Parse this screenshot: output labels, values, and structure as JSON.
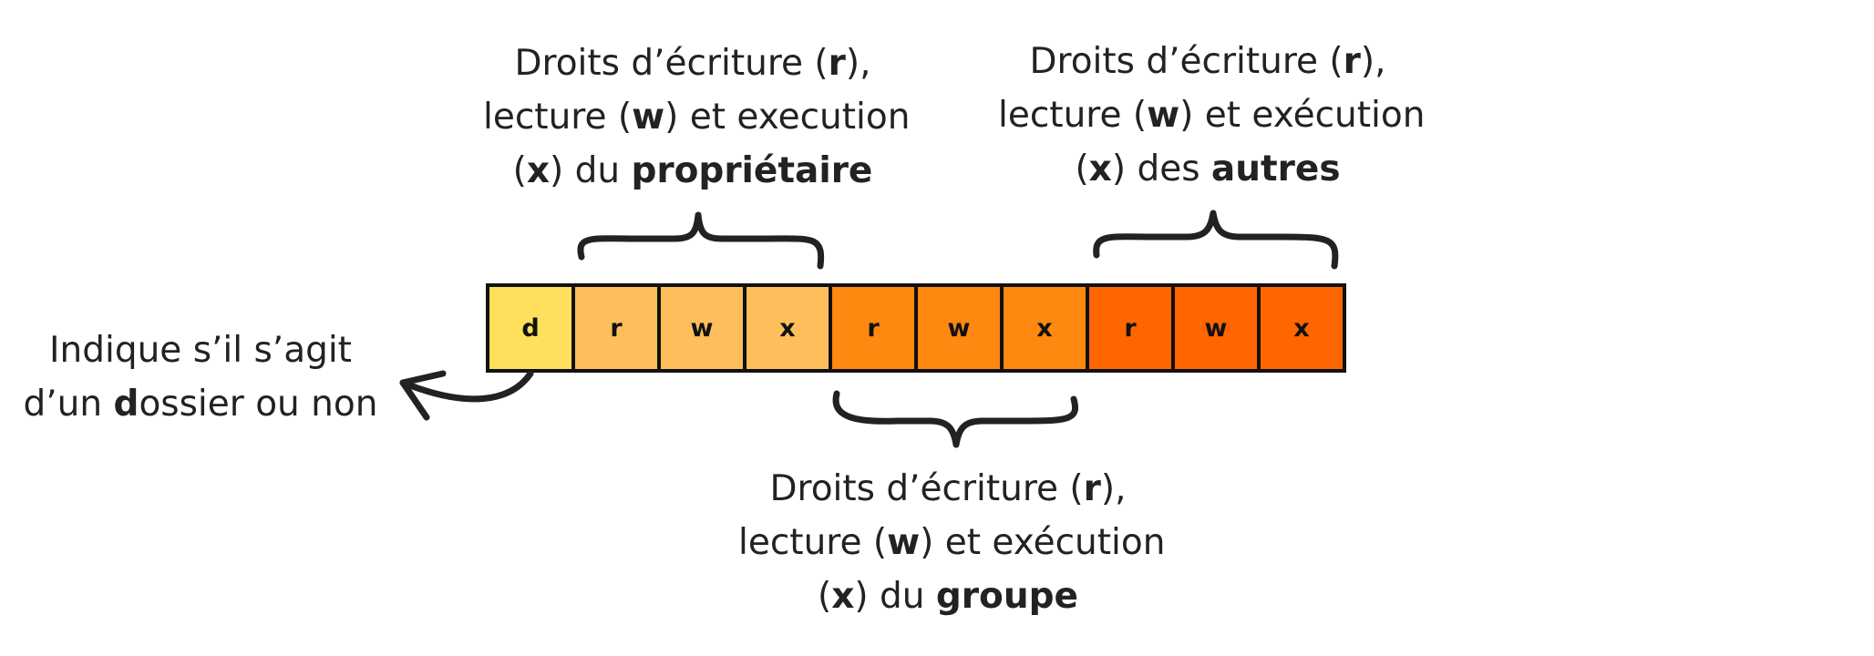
{
  "permission_bar": {
    "cells": [
      {
        "char": "d",
        "color": "#FFE05C"
      },
      {
        "char": "r",
        "color": "#FFBE5C"
      },
      {
        "char": "w",
        "color": "#FFBE5C"
      },
      {
        "char": "x",
        "color": "#FFBE5C"
      },
      {
        "char": "r",
        "color": "#FF8810"
      },
      {
        "char": "w",
        "color": "#FF8810"
      },
      {
        "char": "x",
        "color": "#FF8810"
      },
      {
        "char": "r",
        "color": "#FF6600"
      },
      {
        "char": "w",
        "color": "#FF6600"
      },
      {
        "char": "x",
        "color": "#FF6600"
      }
    ],
    "border_color": "#111111"
  },
  "labels": {
    "owner": {
      "line1": {
        "t1": "Droits d’écriture (",
        "b1": "r",
        "t2": "),"
      },
      "line2": {
        "t1": "lecture (",
        "b1": "w",
        "t2": ") et execution"
      },
      "line3": {
        "t1": "(",
        "b1": "x",
        "t2": ") du ",
        "b2": "propriétaire"
      }
    },
    "others": {
      "line1": {
        "t1": "Droits d’écriture (",
        "b1": "r",
        "t2": "),"
      },
      "line2": {
        "t1": "lecture (",
        "b1": "w",
        "t2": ") et exécution"
      },
      "line3": {
        "t1": "(",
        "b1": "x",
        "t2": ") des ",
        "b2": "autres"
      }
    },
    "group": {
      "line1": {
        "t1": "Droits d’écriture (",
        "b1": "r",
        "t2": "),"
      },
      "line2": {
        "t1": "lecture (",
        "b1": "w",
        "t2": ") et exécution"
      },
      "line3": {
        "t1": "(",
        "b1": "x",
        "t2": ") du ",
        "b2": "groupe"
      }
    },
    "directory": {
      "line1": "Indique s’il s’agit",
      "line2": {
        "t1": "d’un ",
        "b1": "d",
        "t2": "ossier ou non"
      }
    }
  },
  "colors": {
    "text": "#222222",
    "brace": "#222222"
  }
}
